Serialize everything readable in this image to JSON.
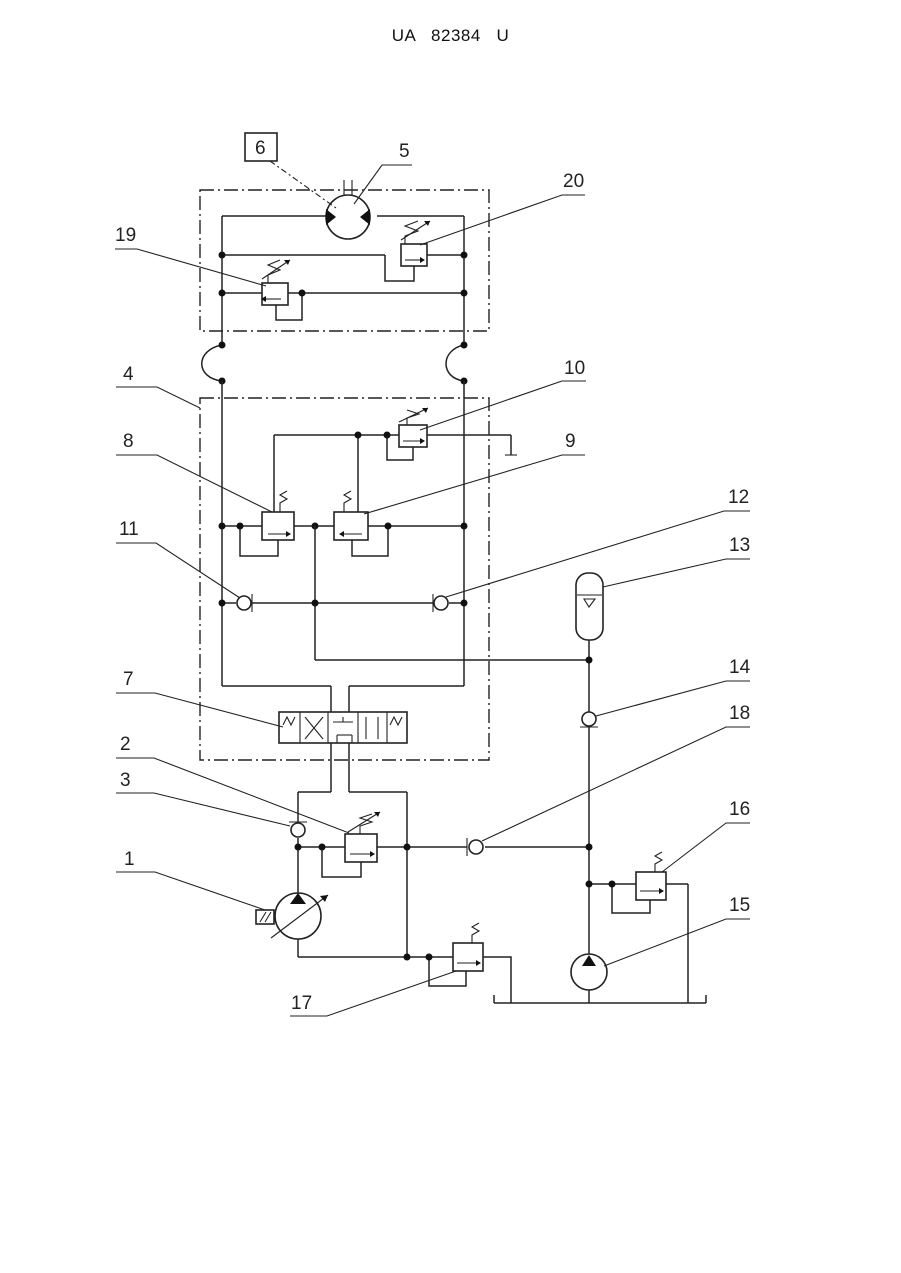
{
  "header": {
    "doc_number": "UA   82384   U"
  },
  "labels": {
    "l1": "1",
    "l2": "2",
    "l3": "3",
    "l4": "4",
    "l5": "5",
    "l6": "6",
    "l7": "7",
    "l8": "8",
    "l9": "9",
    "l10": "10",
    "l11": "11",
    "l12": "12",
    "l13": "13",
    "l14": "14",
    "l15": "15",
    "l16": "16",
    "l17": "17",
    "l18": "18",
    "l19": "19",
    "l20": "20"
  }
}
